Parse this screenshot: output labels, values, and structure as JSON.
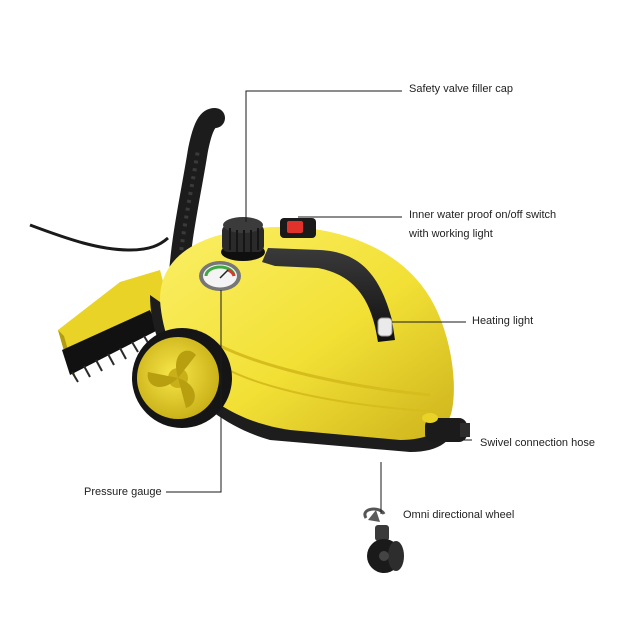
{
  "product": {
    "colors": {
      "body": "#f2e035",
      "body_shadow": "#c9b21a",
      "trim": "#1e1e1e",
      "accent_switch": "#e0322a",
      "background": "#ffffff"
    }
  },
  "callouts": {
    "safety_valve": "Safety valve filler cap",
    "switch_line1": "Inner water proof on/off switch",
    "switch_line2": "with working light",
    "heating_light": "Heating light",
    "swivel_hose": "Swivel connection hose",
    "pressure_gauge": "Pressure gauge",
    "omni_wheel": "Omni directional wheel"
  }
}
